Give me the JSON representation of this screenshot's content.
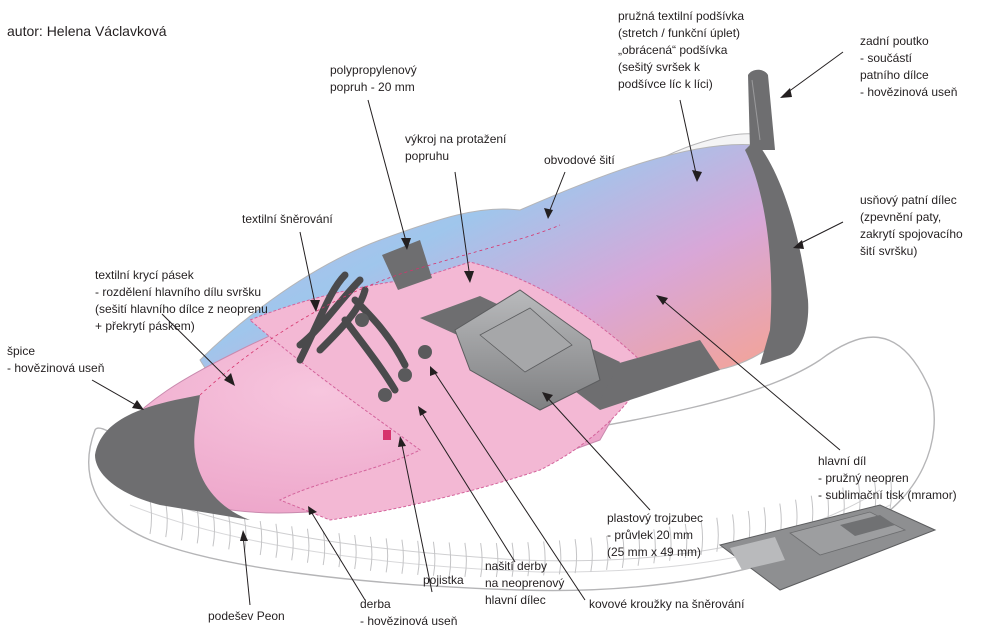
{
  "author": "autor: Helena Václavková",
  "colors": {
    "pink": "#f3b8d4",
    "pink_dark": "#e48fbd",
    "grey_leather": "#6e6e70",
    "buckle_grey": "#8e8f91",
    "sole_line": "#b5b5b7",
    "stitch": "#d6336c"
  },
  "labels": {
    "podsivka": [
      "pružná textilní podšívka",
      "(stretch / funkční úplet)",
      "„obrácená“ podšívka",
      "(sešitý svršek k",
      "podšívce líc k líci)"
    ],
    "poutko": [
      "zadní poutko",
      "- součástí",
      "patního dílce",
      "- hovězinová useň"
    ],
    "popruh": [
      "polypropylenový",
      "popruh  - 20 mm"
    ],
    "vykroj": [
      "výkroj na protažení",
      "popruhu"
    ],
    "obvodove": [
      "obvodové šití"
    ],
    "snerovani": [
      "textilní šněrování"
    ],
    "patni": [
      "usňový patní dílec",
      "(zpevnění paty,",
      "zakrytí spojovacího",
      "šití svršku)"
    ],
    "pasek": [
      "textilní krycí pásek",
      "- rozdělení hlavního dílu svršku",
      "(sešití hlavního dílce z neoprenu",
      "+ překrytí páskem)"
    ],
    "spice": [
      "špice",
      "- hovězinová useň"
    ],
    "hlavni": [
      "hlavní díl",
      "- pružný neopren",
      "- sublimační tisk (mramor)"
    ],
    "trojzubec": [
      "plastový trojzubec",
      "- průvlek 20 mm",
      "(25 mm x 49 mm)"
    ],
    "nasiti": [
      "našití derby",
      "na neoprenový",
      "hlavní dílec"
    ],
    "pojistka": [
      "pojistka"
    ],
    "derba": [
      "derba",
      "- hovězinová useň"
    ],
    "podesev": [
      "podešev Peon"
    ],
    "krouzky": [
      "kovové kroužky na šněrování"
    ]
  }
}
